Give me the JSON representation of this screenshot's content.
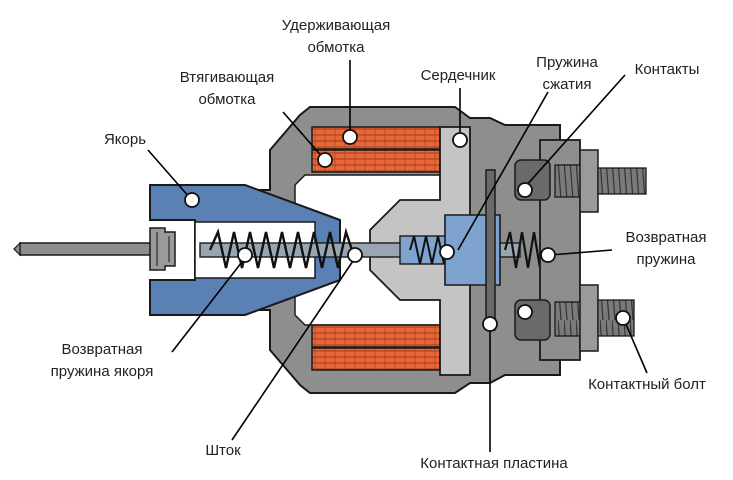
{
  "labels": {
    "holding_winding": [
      "Удерживающая",
      "обмотка"
    ],
    "pull_in_winding": [
      "Втягивающая",
      "обмотка"
    ],
    "core": "Сердечник",
    "compression_spring": [
      "Пружина",
      "сжатия"
    ],
    "contacts": "Контакты",
    "armature": "Якорь",
    "return_spring": [
      "Возвратная",
      "пружина"
    ],
    "armature_return_spring": [
      "Возвратная",
      "пружина якоря"
    ],
    "rod": "Шток",
    "contact_bolt": "Контактный болт",
    "contact_plate": "Контактная пластина"
  },
  "colors": {
    "housing": "#8e8e8e",
    "core": "#c4c4c4",
    "armature": "#5b80b3",
    "winding": "#e8673a",
    "winding_dark": "#b0451f",
    "insulator": "#7ea3cf",
    "bolt": "#6a6a6a",
    "outline": "#1a1a1a"
  }
}
